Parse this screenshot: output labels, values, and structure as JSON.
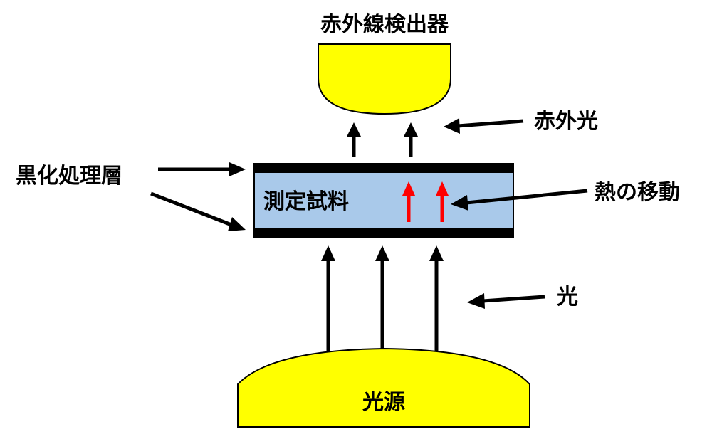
{
  "labels": {
    "detector": "赤外線検出器",
    "infrared_light": "赤外光",
    "blackened_layer": "黒化処理層",
    "sample": "測定試料",
    "heat_transfer": "熱の移動",
    "light": "光",
    "light_source": "光源"
  },
  "colors": {
    "detector_fill": "#ffff00",
    "source_fill": "#ffff00",
    "sample_fill": "#a9c9ea",
    "black_layer": "#000000",
    "heat_arrow": "#ff0000",
    "arrow": "#000000"
  }
}
